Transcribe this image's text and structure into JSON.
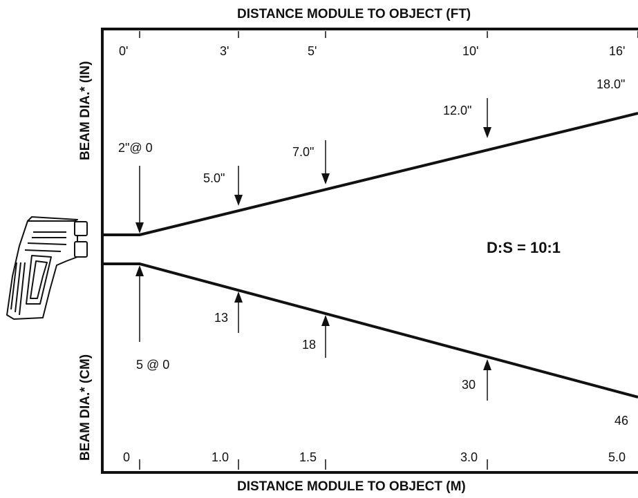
{
  "top_axis_title": "DISTANCE MODULE TO OBJECT (FT)",
  "bottom_axis_title": "DISTANCE MODULE TO OBJECT (M)",
  "left_top_title": "BEAM DIA.*  (IN)",
  "left_bottom_title": "BEAM DIA.*  (CM)",
  "ratio_label": "D:S = 10:1",
  "feet_ticks": [
    "0'",
    "3'",
    "5'",
    "10'",
    "16'"
  ],
  "meter_ticks": [
    "0",
    "1.0",
    "1.5",
    "3.0",
    "5.0"
  ],
  "inch_callouts": [
    "2\"@ 0",
    "5.0\"",
    "7.0\"",
    "12.0\"",
    "18.0\""
  ],
  "cm_callouts": [
    "5 @ 0",
    "13",
    "18",
    "30",
    "46"
  ],
  "colors": {
    "ink": "#111111",
    "background": "#ffffff"
  },
  "icons": [
    "infrared-thermometer-icon",
    "down-arrow-icon",
    "up-arrow-icon"
  ]
}
